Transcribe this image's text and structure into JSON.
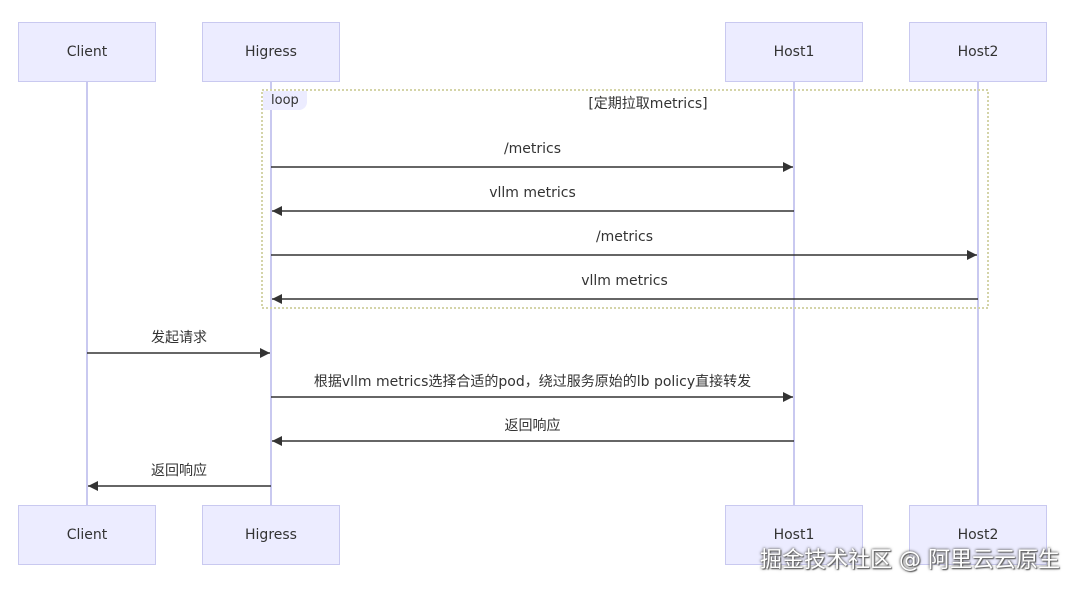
{
  "participants": [
    {
      "id": "client",
      "name": "Client"
    },
    {
      "id": "higress",
      "name": "Higress"
    },
    {
      "id": "host1",
      "name": "Host1"
    },
    {
      "id": "host2",
      "name": "Host2"
    }
  ],
  "loop": {
    "label": "loop",
    "condition": "[定期拉取metrics]"
  },
  "messages": [
    {
      "from": "higress",
      "to": "host1",
      "text": "/metrics",
      "in_loop": true
    },
    {
      "from": "host1",
      "to": "higress",
      "text": "vllm metrics",
      "in_loop": true
    },
    {
      "from": "higress",
      "to": "host2",
      "text": "/metrics",
      "in_loop": true
    },
    {
      "from": "host2",
      "to": "higress",
      "text": "vllm metrics",
      "in_loop": true
    },
    {
      "from": "client",
      "to": "higress",
      "text": "发起请求",
      "in_loop": false
    },
    {
      "from": "higress",
      "to": "host1",
      "text": "根据vllm metrics选择合适的pod，绕过服务原始的lb policy直接转发",
      "in_loop": false
    },
    {
      "from": "host1",
      "to": "higress",
      "text": "返回响应",
      "in_loop": false
    },
    {
      "from": "higress",
      "to": "client",
      "text": "返回响应",
      "in_loop": false
    }
  ],
  "watermark": "掘金技术社区 @ 阿里云云原生",
  "colors": {
    "actor_fill": "#ececff",
    "actor_border": "#c9c9f0",
    "lifeline": "#c9c9f0",
    "message_line": "#333333",
    "loop_border": "#d4d4a8"
  }
}
